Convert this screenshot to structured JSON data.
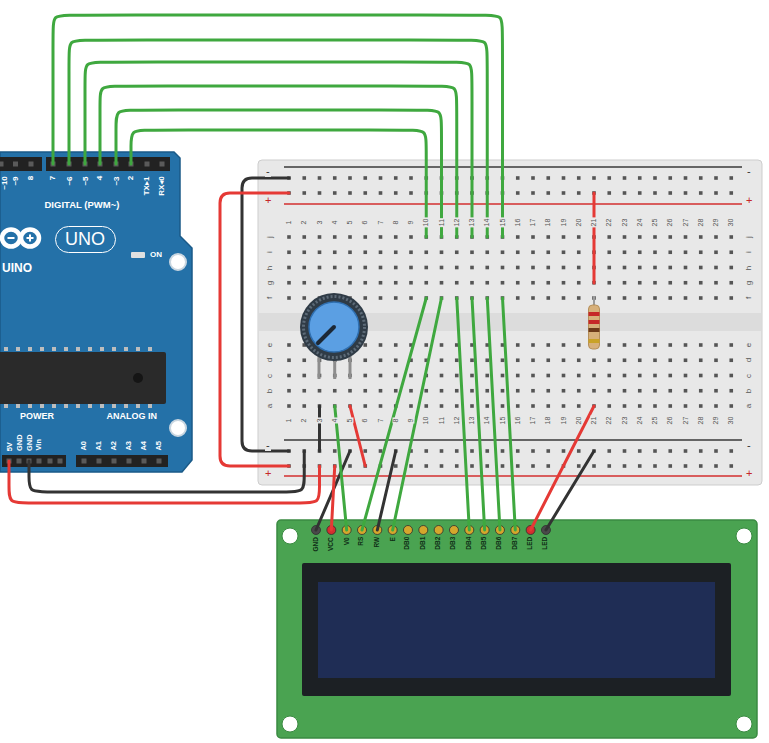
{
  "diagram": {
    "nodes": [
      {
        "text": [
          "~10",
          "~9",
          "8",
          "7",
          "~6",
          "~5",
          "4",
          "~3",
          "2",
          "TX▸1",
          "RX◂0",
          "DIGITAL (PWM~)",
          "UINO",
          "ON",
          "POWER",
          "ANALOG IN",
          "5V",
          "GND",
          "GND",
          "Vin",
          "A0",
          "A1",
          "A2",
          "A3",
          "A4",
          "A5"
        ]
      },
      {
        "text": [
          "UNO"
        ],
        "in": 0
      },
      {
        "text": [
          "-",
          "-",
          "+",
          "+",
          "1",
          "2",
          "3",
          "4",
          "5",
          "6",
          "7",
          "8",
          "9",
          "10",
          "11",
          "12",
          "13",
          "14",
          "15",
          "16",
          "17",
          "18",
          "19",
          "20",
          "21",
          "22",
          "23",
          "24",
          "25",
          "26",
          "27",
          "28",
          "29",
          "30",
          "j",
          "j",
          "i",
          "i",
          "h",
          "h",
          "g",
          "g",
          "f",
          "f",
          "e",
          "e",
          "d",
          "d",
          "c",
          "c",
          "b",
          "b",
          "a",
          "a",
          "1",
          "2",
          "3",
          "4",
          "5",
          "6",
          "7",
          "8",
          "9",
          "10",
          "11",
          "12",
          "13",
          "14",
          "15",
          "16",
          "17",
          "18",
          "19",
          "20",
          "21",
          "22",
          "23",
          "24",
          "25",
          "26",
          "27",
          "28",
          "29",
          "30",
          "-",
          "-",
          "+",
          "+"
        ]
      },
      {
        "text": [
          "GND",
          "VCC",
          "V0",
          "RS",
          "RW",
          "E",
          "DB0",
          "DB1",
          "DB2",
          "DB3",
          "DB4",
          "DB5",
          "DB6",
          "DB7",
          "LED",
          "LED"
        ]
      }
    ],
    "edges": [
      {
        "from": 0,
        "to": 2,
        "arrow": "none"
      },
      {
        "from": 0,
        "to": 2,
        "arrow": "none"
      },
      {
        "from": 0,
        "to": 2,
        "arrow": "none"
      },
      {
        "from": 0,
        "to": 2,
        "arrow": "none"
      },
      {
        "from": 0,
        "to": 2,
        "arrow": "none"
      },
      {
        "from": 0,
        "to": 2,
        "arrow": "none"
      },
      {
        "from": 0,
        "to": 2,
        "arrow": "none"
      },
      {
        "from": 0,
        "to": 2,
        "arrow": "none"
      },
      {
        "from": 2,
        "to": 3,
        "arrow": "none"
      },
      {
        "from": 2,
        "to": 3,
        "arrow": "none"
      },
      {
        "from": 2,
        "to": 3,
        "arrow": "none"
      },
      {
        "from": 2,
        "to": 3,
        "arrow": "none"
      },
      {
        "from": 2,
        "to": 3,
        "arrow": "none"
      },
      {
        "from": 2,
        "to": 3,
        "arrow": "none"
      },
      {
        "from": 2,
        "to": 3,
        "arrow": "none"
      },
      {
        "from": 2,
        "to": 3,
        "arrow": "none"
      },
      {
        "from": 2,
        "to": 3,
        "arrow": "none"
      },
      {
        "from": 2,
        "to": 3,
        "arrow": "none"
      },
      {
        "from": 2,
        "to": 3,
        "arrow": "none"
      },
      {
        "from": 2,
        "to": 3,
        "arrow": "none"
      }
    ]
  }
}
